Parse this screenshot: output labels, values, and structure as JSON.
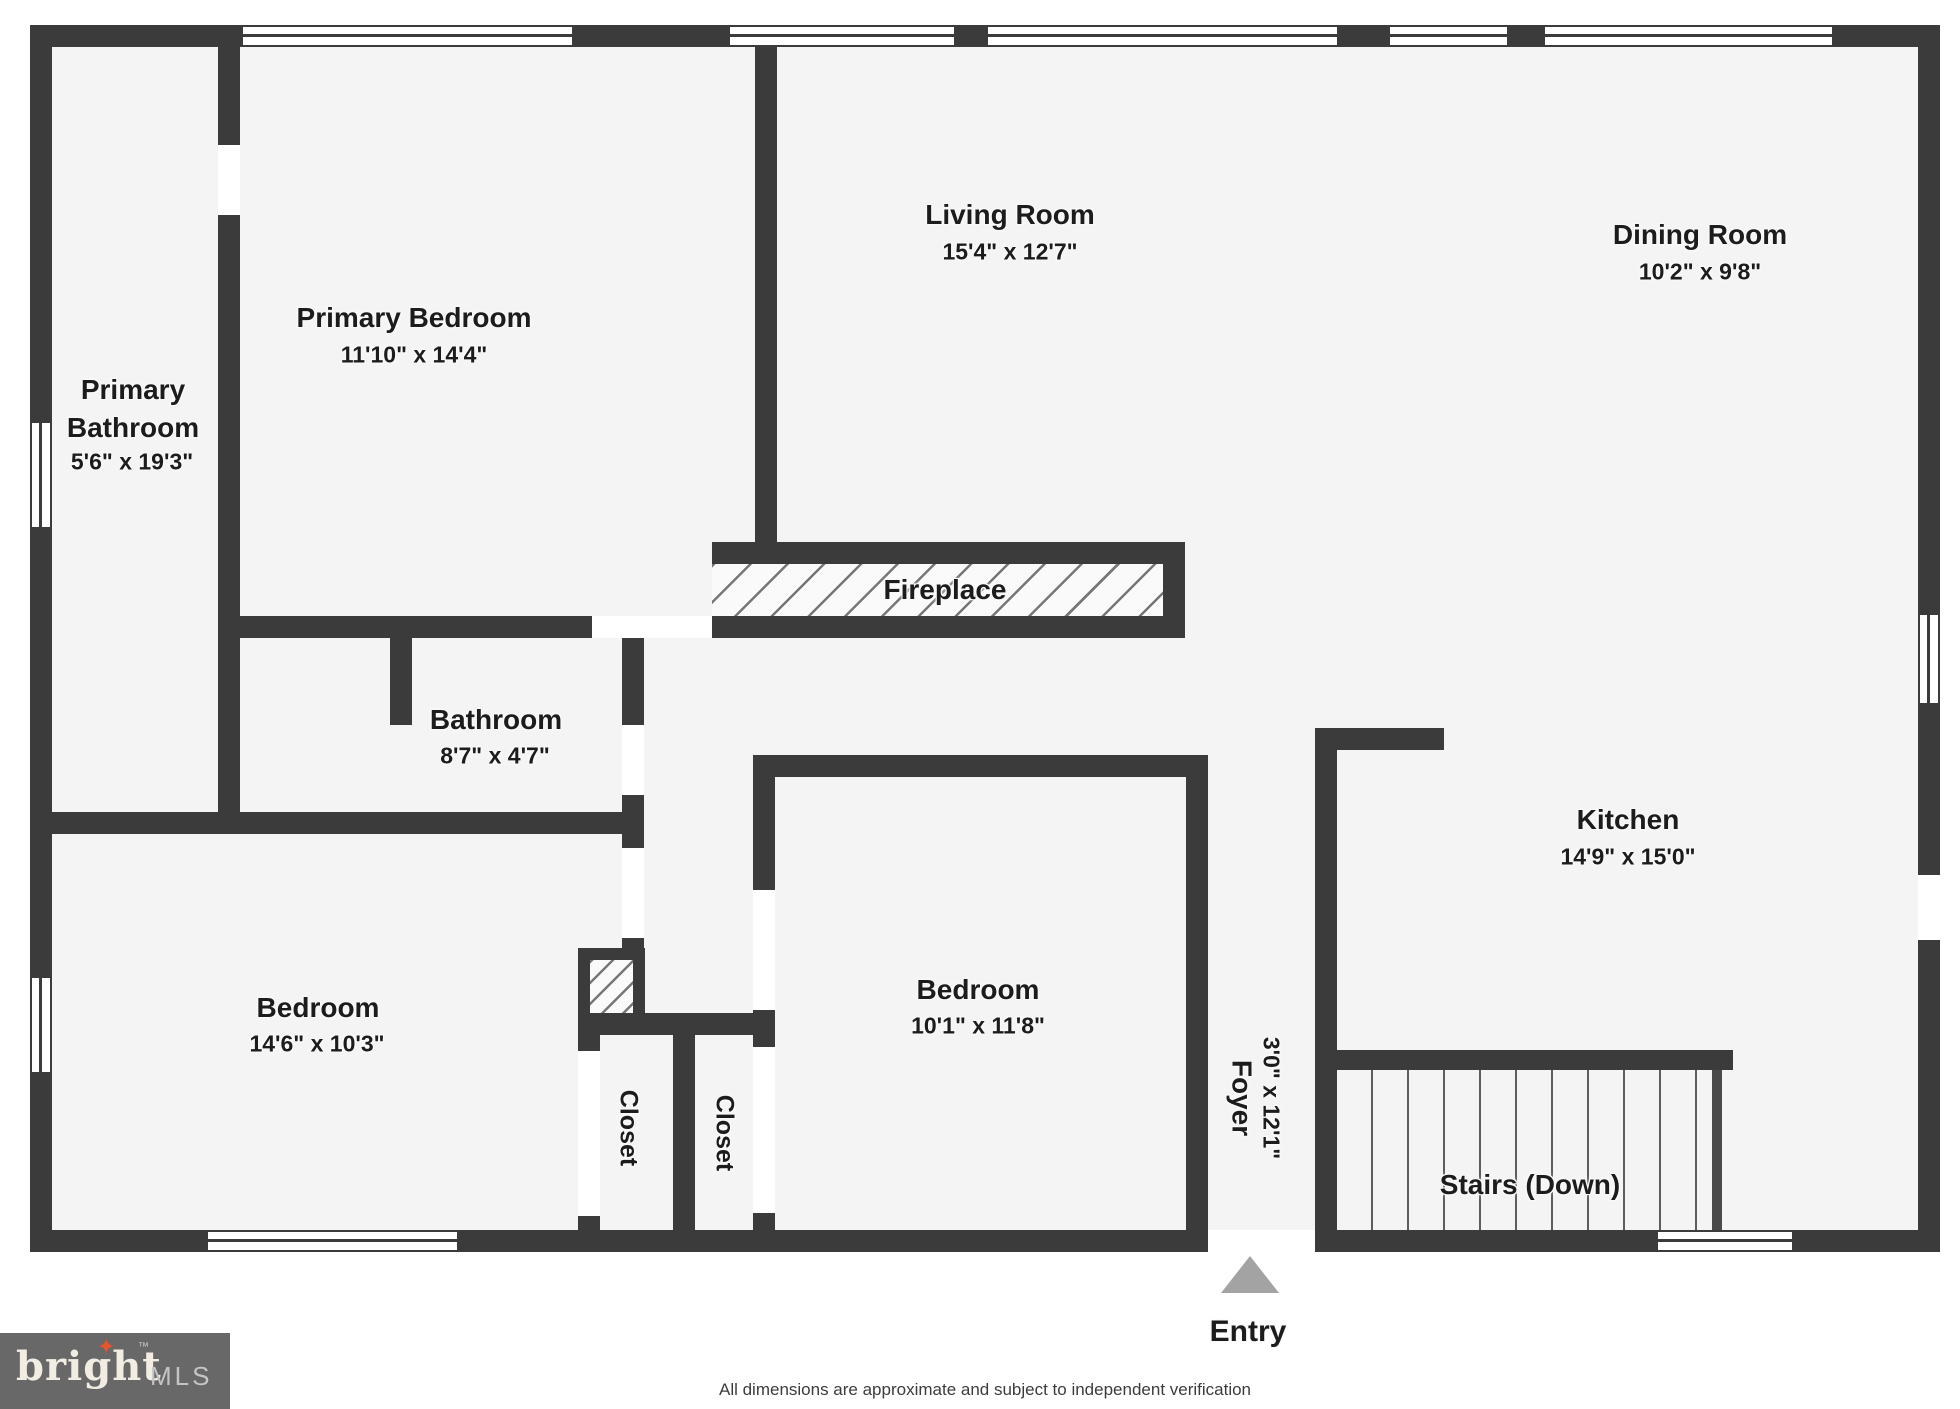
{
  "rooms": {
    "primary_bathroom": {
      "name1": "Primary",
      "name2": "Bathroom",
      "dims": "5'6\" x 19'3\""
    },
    "primary_bedroom": {
      "name": "Primary Bedroom",
      "dims": "11'10\" x 14'4\""
    },
    "living_room": {
      "name": "Living Room",
      "dims": "15'4\" x 12'7\""
    },
    "dining_room": {
      "name": "Dining Room",
      "dims": "10'2\" x 9'8\""
    },
    "bathroom": {
      "name": "Bathroom",
      "dims": "8'7\" x 4'7\""
    },
    "bedroom_left": {
      "name": "Bedroom",
      "dims": "14'6\" x 10'3\""
    },
    "bedroom_center": {
      "name": "Bedroom",
      "dims": "10'1\" x 11'8\""
    },
    "kitchen": {
      "name": "Kitchen",
      "dims": "14'9\" x 15'0\""
    },
    "foyer": {
      "name": "Foyer",
      "dims": "3'0\" x 12'1\""
    },
    "closet_left": {
      "name": "Closet"
    },
    "closet_right": {
      "name": "Closet"
    },
    "fireplace": {
      "name": "Fireplace"
    },
    "stairs": {
      "name": "Stairs (Down)"
    },
    "entry": {
      "name": "Entry"
    }
  },
  "colors": {
    "wall": "#3b3b3b",
    "floor": "#f4f4f4",
    "entry_arrow": "#a3a3a3",
    "logo_bg": "#686868",
    "logo_star": "#e8542e"
  },
  "footer": {
    "disclaimer": "All dimensions are approximate and subject to independent verification"
  },
  "logo": {
    "brand": "bright",
    "tm": "™",
    "suffix": "MLS"
  }
}
